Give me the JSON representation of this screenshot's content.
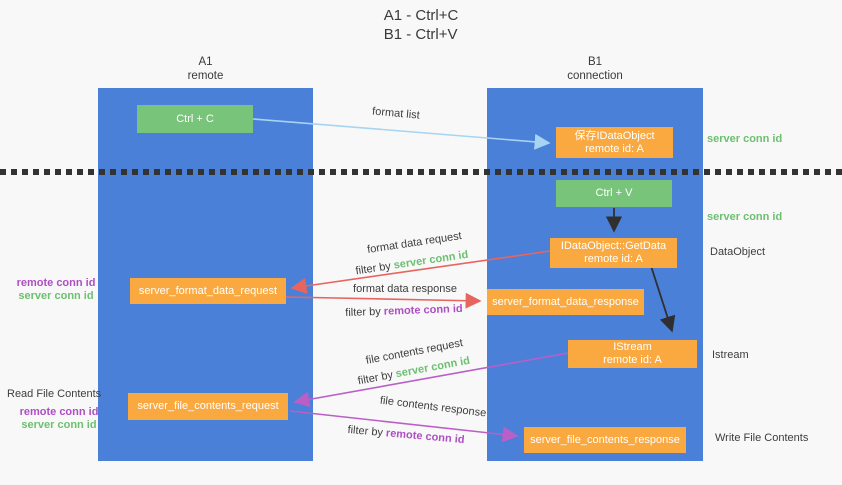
{
  "title": {
    "line1": "A1 - Ctrl+C",
    "line2": "B1 - Ctrl+V"
  },
  "lanes": {
    "left": {
      "name": "A1",
      "role": "remote"
    },
    "right": {
      "name": "B1",
      "role": "connection"
    }
  },
  "boxes": {
    "ctrl_c": "Ctrl + C",
    "ctrl_v": "Ctrl + V",
    "save_dataobject_line1": "保存IDataObject",
    "save_dataobject_line2": "remote id: A",
    "getdata_line1": "IDataObject::GetData",
    "getdata_line2": "remote id: A",
    "istream_line1": "IStream",
    "istream_line2": "remote id: A",
    "format_request": "server_format_data_request",
    "format_response": "server_format_data_response",
    "file_request": "server_file_contents_request",
    "file_response": "server_file_contents_response"
  },
  "labels": {
    "format_list": "format list",
    "format_data_request": "format data request",
    "format_data_response": "format data response",
    "file_contents_request": "file contents request",
    "file_contents_response": "file contents response",
    "filter_by": "filter by ",
    "server_conn_id": "server conn id",
    "remote_conn_id": "remote conn id",
    "dataobject": "DataObject",
    "istream": "Istream",
    "read_file_contents": "Read File Contents",
    "write_file_contents": "Write File Contents"
  },
  "colors": {
    "lane_blue": "#4A80D8",
    "green_box": "#79C47B",
    "orange_box": "#F9A940",
    "server_conn_green": "#6CC06F",
    "remote_conn_purple": "#AE4EC5",
    "arrow_light_blue": "#A6D4F2",
    "arrow_red": "#E8655F",
    "arrow_purple": "#B95FC6",
    "arrow_black": "#2F2F2F",
    "text_dark": "#3D3D3D",
    "background": "#F8F8F8"
  }
}
